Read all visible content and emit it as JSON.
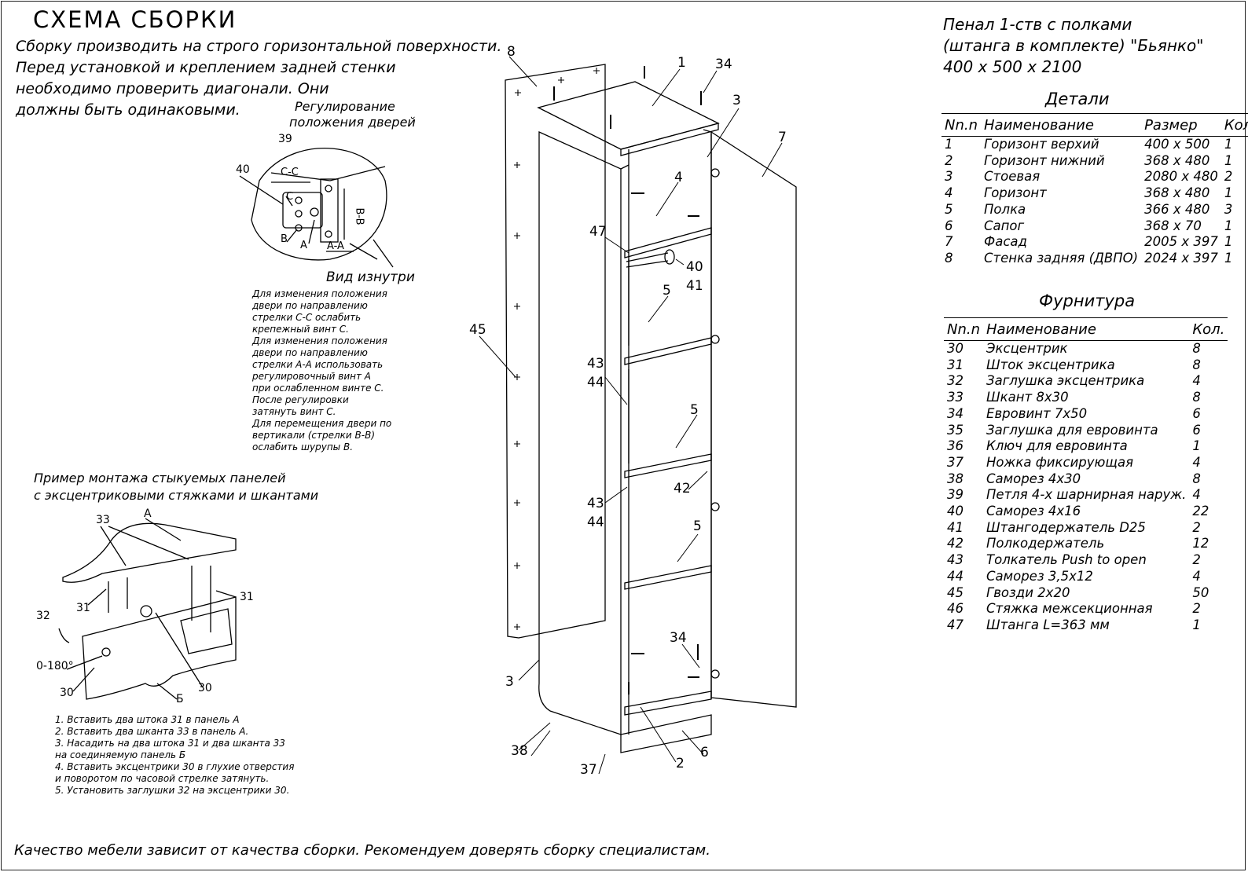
{
  "title": "СХЕМА СБОРКИ",
  "intro_lines": [
    "Сборку производить на строго горизонтальной поверхности.",
    "Перед установкой и креплением задней стенки",
    "необходимо проверить диагонали. Они",
    "должны быть одинаковыми."
  ],
  "product": {
    "line1": "Пенал 1-ств с полками",
    "line2": "(штанга в комплекте) \"Бьянко\"",
    "line3": "400 x 500 x 2100"
  },
  "details": {
    "heading": "Детали",
    "columns": [
      "Nn.n",
      "Наименование",
      "Размер",
      "Кол."
    ],
    "rows": [
      [
        "1",
        "Горизонт верхий",
        "400 x 500",
        "1"
      ],
      [
        "2",
        "Горизонт нижний",
        "368 x 480",
        "1"
      ],
      [
        "3",
        "Стоевая",
        "2080 x 480",
        "2"
      ],
      [
        "4",
        "Горизонт",
        "368 x 480",
        "1"
      ],
      [
        "5",
        "Полка",
        "366 x 480",
        "3"
      ],
      [
        "6",
        "Сапог",
        "368 x 70",
        "1"
      ],
      [
        "7",
        "Фасад",
        "2005 x 397",
        "1"
      ],
      [
        "8",
        "Стенка задняя (ДВПО)",
        "2024 x 397",
        "1"
      ]
    ]
  },
  "hardware": {
    "heading": "Фурнитура",
    "columns": [
      "Nn.n",
      "Наименование",
      "Кол."
    ],
    "rows": [
      [
        "30",
        "Эксцентрик",
        "8"
      ],
      [
        "31",
        "Шток эксцентрика",
        "8"
      ],
      [
        "32",
        "Заглушка эксцентрика",
        "4"
      ],
      [
        "33",
        "Шкант 8x30",
        "8"
      ],
      [
        "34",
        "Евровинт 7x50",
        "6"
      ],
      [
        "35",
        "Заглушка для евровинта",
        "6"
      ],
      [
        "36",
        "Ключ для евровинта",
        "1"
      ],
      [
        "37",
        "Ножка фиксирующая",
        "4"
      ],
      [
        "38",
        "Саморез 4x30",
        "8"
      ],
      [
        "39",
        "Петля 4-х шарнирная наруж.",
        "4"
      ],
      [
        "40",
        "Саморез 4x16",
        "22"
      ],
      [
        "41",
        "Штангодержатель D25",
        "2"
      ],
      [
        "42",
        "Полкодержатель",
        "12"
      ],
      [
        "43",
        "Толкатель Push to open",
        "2"
      ],
      [
        "44",
        "Саморез 3,5x12",
        "4"
      ],
      [
        "45",
        "Гвозди 2x20",
        "50"
      ],
      [
        "46",
        "Стяжка межсекционная",
        "2"
      ],
      [
        "47",
        "Штанга L=363 мм",
        "1"
      ]
    ]
  },
  "door_adjust": {
    "heading1": "Регулирование",
    "heading2": "положения дверей",
    "view_label": "Вид изнутри",
    "labels": {
      "n39": "39",
      "n40": "40",
      "cc": "C-C",
      "c": "C",
      "b": "B",
      "a": "A",
      "aa": "A-A",
      "bb": "B-B"
    },
    "notes": [
      "Для изменения положения",
      "двери по направлению",
      "стрелки С-С ослабить",
      "крепежный винт С.",
      "Для изменения положения",
      "двери по направлению",
      "стрелки А-А использовать",
      "регулировочный винт А",
      "при ослабленном винте С.",
      "После регулировки",
      "затянуть винт С.",
      "Для перемещения двери по",
      "вертикали (стрелки В-В)",
      "ослабить шурупы В."
    ]
  },
  "joint_example": {
    "heading1": "Пример монтажа стыкуемых панелей",
    "heading2": "с эксцентриковыми стяжками и шкантами",
    "labels": {
      "n33": "33",
      "a": "A",
      "n31a": "31",
      "n31b": "31",
      "n32": "32",
      "angle": "0-180°",
      "n30a": "30",
      "n30b": "30",
      "b": "Б"
    },
    "steps": [
      "1. Вставить два штока 31 в панель А",
      "2. Вставить два шканта 33 в панель А.",
      "3. Насадить на два штока 31 и два шканта 33",
      "    на соединяемую панель Б",
      "4. Вставить эксцентрики 30 в глухие отверстия",
      "    и поворотом по часовой стрелке затянуть.",
      "5. Установить заглушки 32 на эксцентрики 30."
    ]
  },
  "main_labels": {
    "p8": "8",
    "p1": "1",
    "p34a": "34",
    "p3a": "3",
    "p7": "7",
    "p4": "4",
    "p47": "47",
    "p40": "40",
    "p41": "41",
    "p45": "45",
    "p5a": "5",
    "p43a": "43",
    "p44a": "44",
    "p5b": "5",
    "p42": "42",
    "p43b": "43",
    "p44b": "44",
    "p5c": "5",
    "p34b": "34",
    "p3b": "3",
    "p38": "38",
    "p37": "37",
    "p2": "2",
    "p6": "6"
  },
  "footer": "Качество мебели зависит от качества сборки. Рекомендуем доверять сборку специалистам."
}
